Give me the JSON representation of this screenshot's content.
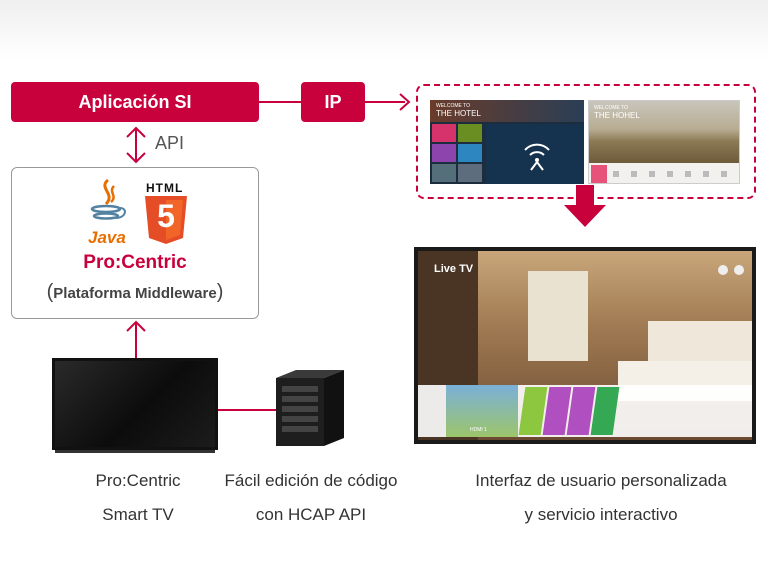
{
  "app_box": {
    "label": "Aplicación SI"
  },
  "ip_box": {
    "label": "IP"
  },
  "api_label": "API",
  "middleware": {
    "java_text": "Java",
    "html_text": "HTML",
    "html_version": "5",
    "title": "Pro:Centric",
    "subtitle": "Plataforma Middleware",
    "open_paren": "(",
    "close_paren": ")"
  },
  "screens": {
    "hotel_title": "THE HOTEL",
    "hotel_welcome": "WELCOME TO",
    "hotel_title_2": "THE HOHEL",
    "live_tv": "Live TV",
    "hdmi_label": "HDMI 1"
  },
  "captions": {
    "smart_tv_line1": "Pro:Centric",
    "smart_tv_line2": "Smart TV",
    "hcap_line1": "Fácil edición de código",
    "hcap_line2": "con HCAP API",
    "ui_line1": "Interfaz de usuario personalizada",
    "ui_line2": "y servicio interactivo"
  },
  "colors": {
    "accent": "#c8003c",
    "java_red": "#e76f00",
    "html5_orange": "#e44d26",
    "java_blue": "#5382a1"
  }
}
